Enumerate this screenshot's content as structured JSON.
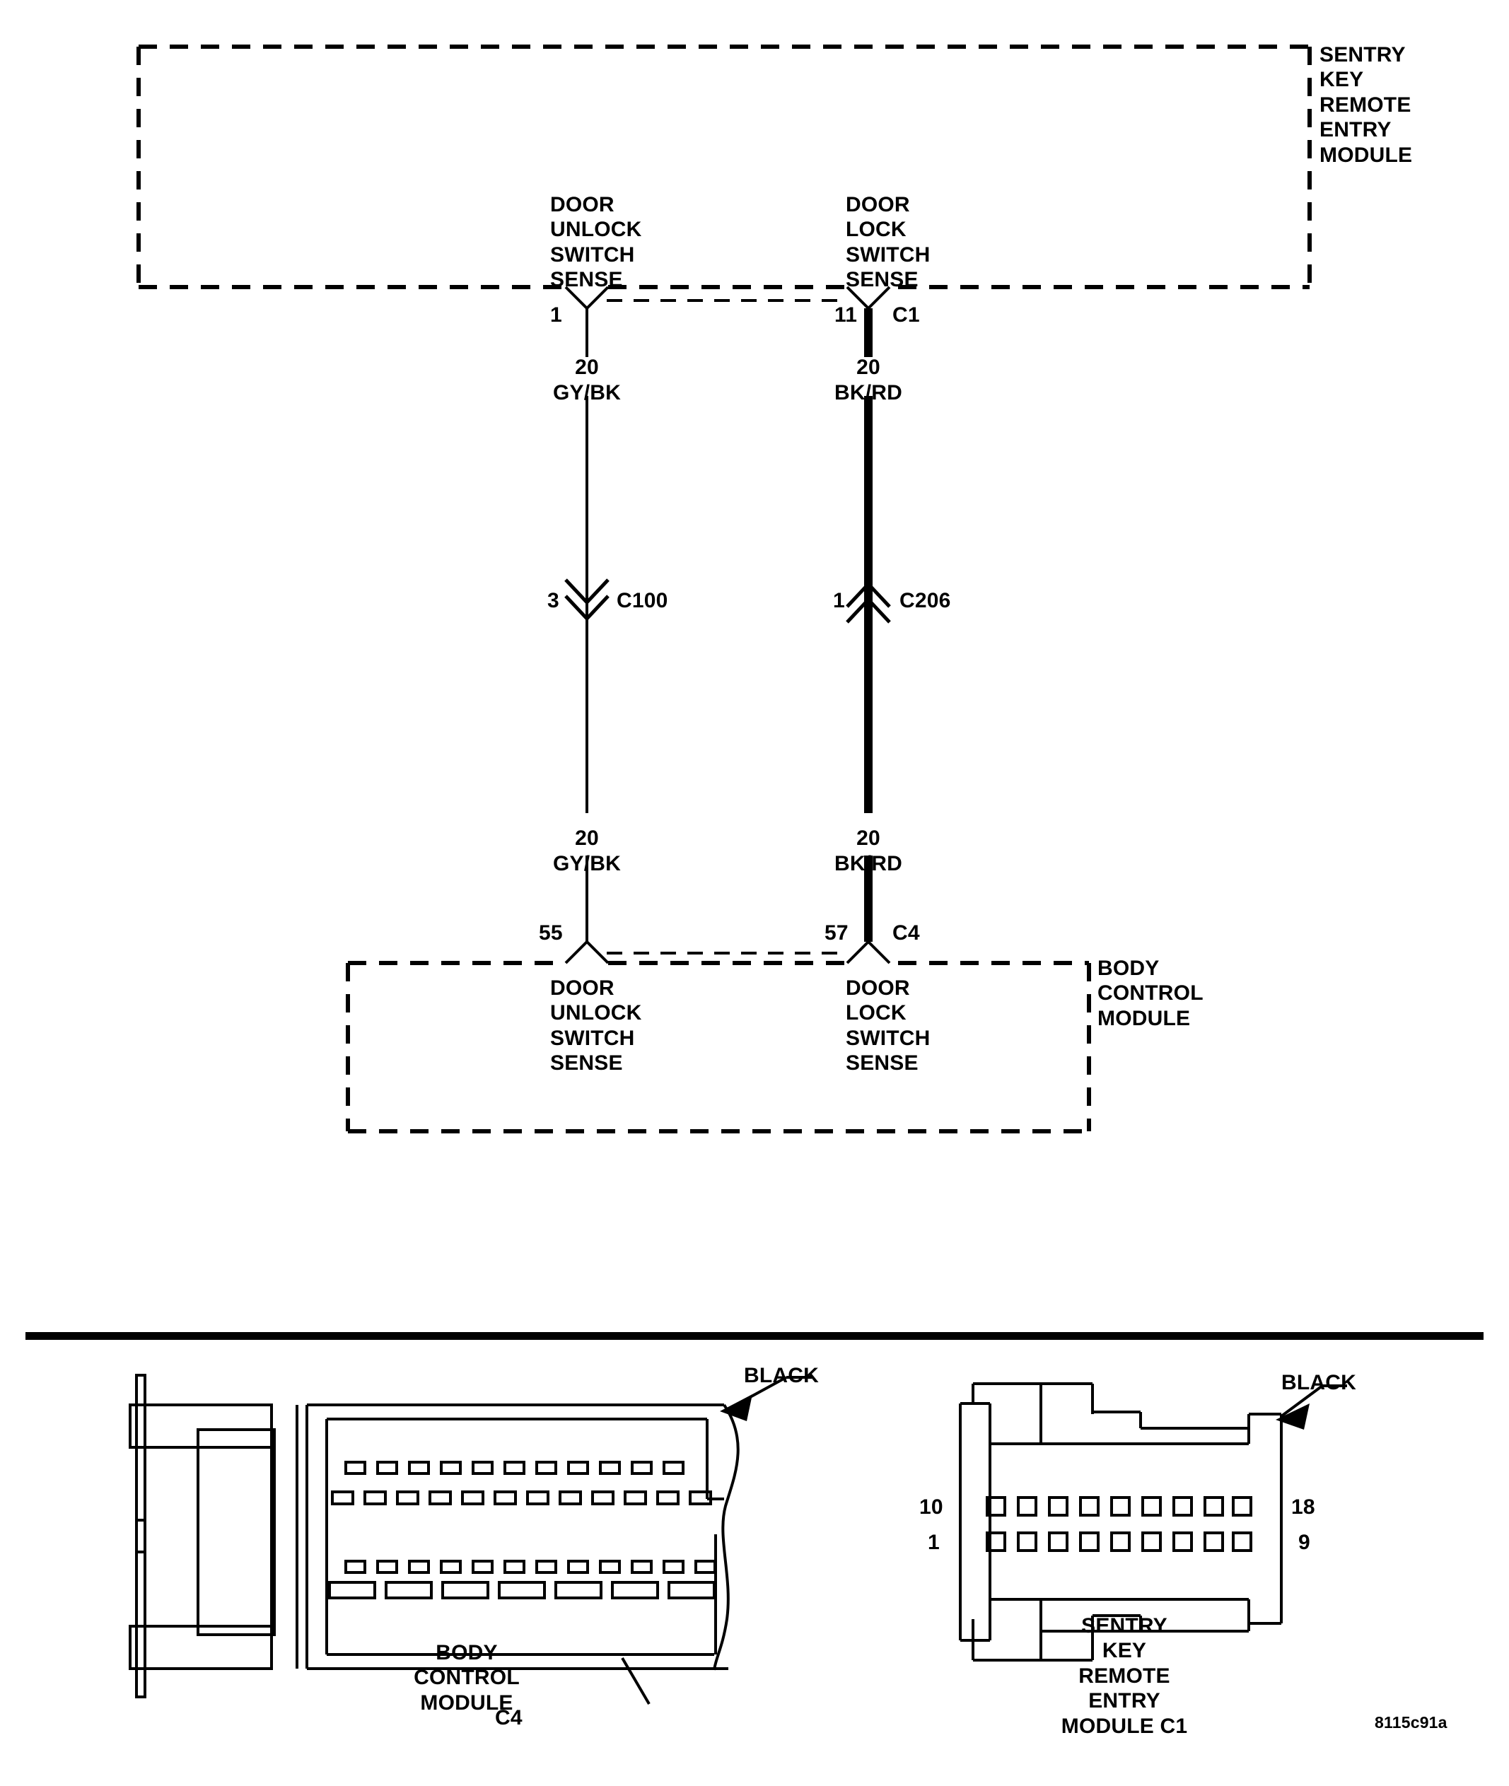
{
  "figure": {
    "id_code": "8115c91a",
    "title_top_module": "SENTRY\nKEY\nREMOTE\nENTRY\nMODULE",
    "title_bottom_module": "BODY\nCONTROL\nMODULE"
  },
  "schematic": {
    "top_module": {
      "name_lines": [
        "SENTRY",
        "KEY",
        "REMOTE",
        "ENTRY",
        "MODULE"
      ],
      "ports": [
        {
          "label_lines": [
            "DOOR",
            "UNLOCK",
            "SWITCH",
            "SENSE"
          ],
          "pin": "1",
          "connector": ""
        },
        {
          "label_lines": [
            "DOOR",
            "LOCK",
            "SWITCH",
            "SENSE"
          ],
          "pin": "11",
          "connector": "C1"
        }
      ]
    },
    "bottom_module": {
      "name_lines": [
        "BODY",
        "CONTROL",
        "MODULE"
      ],
      "ports": [
        {
          "label_lines": [
            "DOOR",
            "UNLOCK",
            "SWITCH",
            "SENSE"
          ],
          "pin": "55",
          "connector": ""
        },
        {
          "label_lines": [
            "DOOR",
            "LOCK",
            "SWITCH",
            "SENSE"
          ],
          "pin": "57",
          "connector": "C4"
        }
      ]
    },
    "wires": [
      {
        "name": "door-unlock-switch-sense",
        "gauge_top": "20",
        "color_top": "GY/BK",
        "gauge_bottom": "20",
        "color_bottom": "GY/BK",
        "heavy": false,
        "inline_connector": {
          "pin": "3",
          "name": "C100",
          "direction": "down"
        }
      },
      {
        "name": "door-lock-switch-sense",
        "gauge_top": "20",
        "color_top": "BK/RD",
        "gauge_bottom": "20",
        "color_bottom": "BK/RD",
        "heavy": true,
        "inline_connector": {
          "pin": "1",
          "name": "C206",
          "direction": "up"
        }
      }
    ]
  },
  "connector_views": {
    "bcm": {
      "caption_lines": [
        "BODY",
        "CONTROL",
        "MODULE"
      ],
      "callout_color": "BLACK",
      "connector_label": "C4",
      "rows": [
        {
          "count": 12,
          "style": "small"
        },
        {
          "count": 13,
          "style": "small"
        },
        {
          "count": 12,
          "style": "small"
        },
        {
          "count": 7,
          "style": "wide"
        }
      ]
    },
    "skrem": {
      "caption_lines": [
        "SENTRY",
        "KEY",
        "REMOTE",
        "ENTRY",
        "MODULE C1"
      ],
      "callout_color": "BLACK",
      "pin_labels": {
        "top_left": "10",
        "top_right": "18",
        "bottom_left": "1",
        "bottom_right": "9"
      },
      "rows": [
        {
          "count": 9,
          "style": "small"
        },
        {
          "count": 9,
          "style": "small"
        }
      ]
    }
  },
  "colors": {
    "ink": "#000000",
    "paper": "#ffffff"
  }
}
